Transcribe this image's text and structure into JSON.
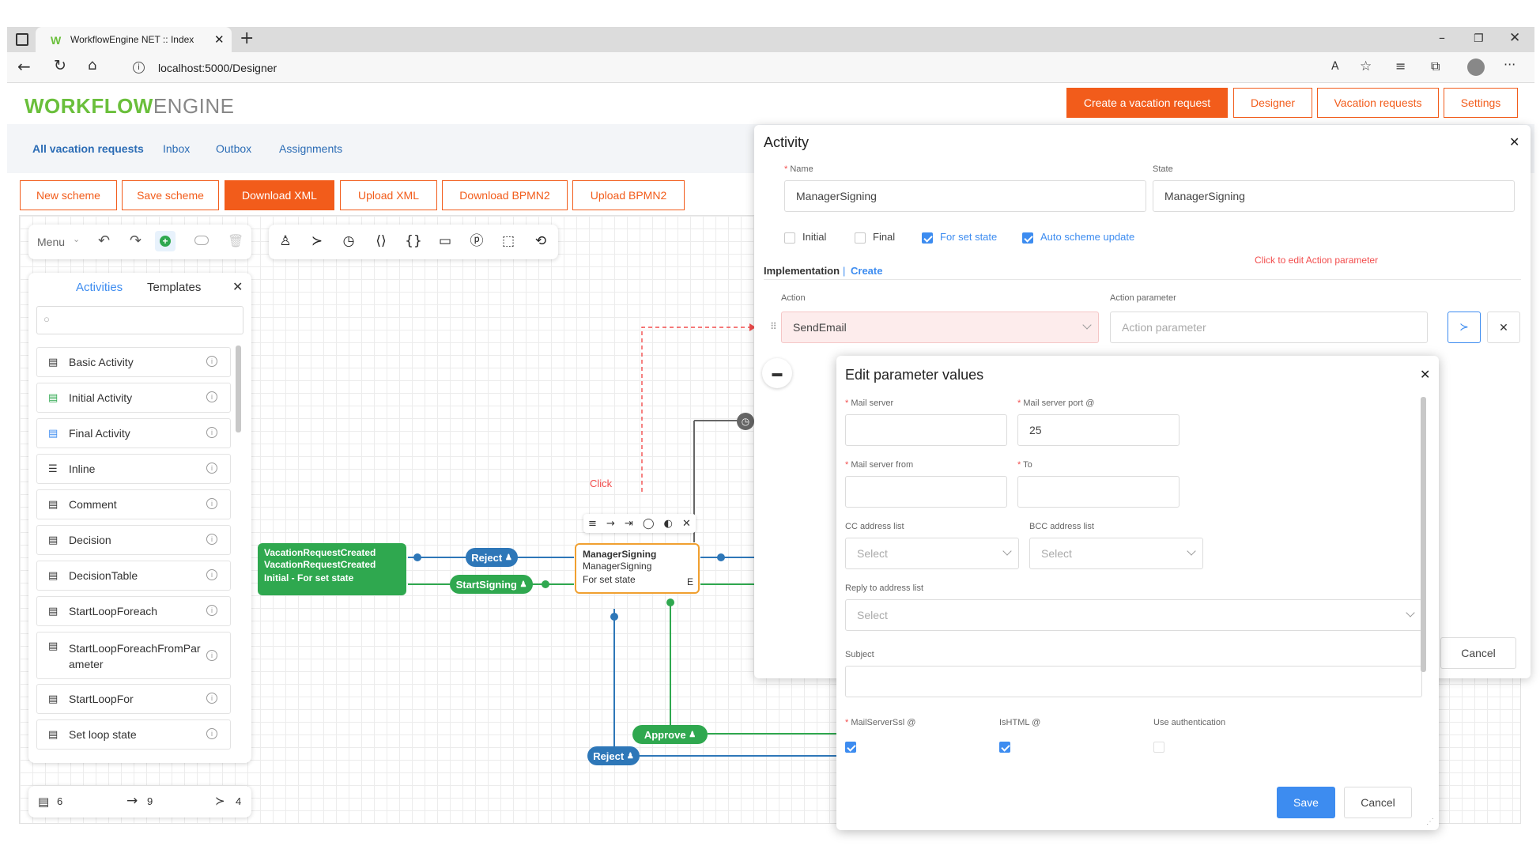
{
  "browser": {
    "tab_title": "WorkflowEngine NET :: Index",
    "url": "localhost:5000/Designer"
  },
  "app": {
    "logo_bold": "WORKFLOW",
    "logo_light": "ENGINE",
    "header_buttons": [
      "Create a vacation request",
      "Designer",
      "Vacation requests",
      "Settings"
    ],
    "nav_links": [
      "All vacation requests",
      "Inbox",
      "Outbox",
      "Assignments"
    ],
    "toolbar_buttons": [
      "New scheme",
      "Save scheme",
      "Download XML",
      "Upload XML",
      "Download BPMN2",
      "Upload BPMN2"
    ],
    "accent_color": "#f25c1b"
  },
  "designer": {
    "menu_label": "Menu",
    "panel_tabs": [
      "Activities",
      "Templates"
    ],
    "activities": [
      "Basic Activity",
      "Initial Activity",
      "Final Activity",
      "Inline",
      "Comment",
      "Decision",
      "DecisionTable",
      "StartLoopForeach",
      "StartLoopForeachFromParameter",
      "StartLoopFor",
      "Set loop state"
    ],
    "stats": {
      "activities": "6",
      "transitions": "9",
      "actions": "4"
    },
    "click_hint": "Click"
  },
  "workflow": {
    "node_initial": {
      "title": "VacationRequestCreated",
      "subtitle": "VacationRequestCreated",
      "state": "Initial - For set state"
    },
    "node_manager": {
      "title": "ManagerSigning",
      "subtitle": "ManagerSigning",
      "state": "For set state",
      "marker": "E"
    },
    "transitions": {
      "reject1": "Reject",
      "start_signing": "StartSigning",
      "approve": "Approve",
      "reject2": "Reject"
    }
  },
  "activity_dialog": {
    "title": "Activity",
    "name_label": "Name",
    "name_value": "ManagerSigning",
    "state_label": "State",
    "state_value": "ManagerSigning",
    "checks": [
      {
        "label": "Initial",
        "checked": false
      },
      {
        "label": "Final",
        "checked": false
      },
      {
        "label": "For set state",
        "checked": true
      },
      {
        "label": "Auto scheme update",
        "checked": true
      }
    ],
    "implementation_label": "Implementation",
    "create_link": "Create",
    "hint": "Click to edit Action parameter",
    "action_label": "Action",
    "action_value": "SendEmail",
    "action_param_label": "Action parameter",
    "action_param_placeholder": "Action parameter",
    "cancel": "Cancel"
  },
  "edit_dialog": {
    "title": "Edit parameter values",
    "mail_server_label": "Mail server",
    "mail_server_port_label": "Mail server port @",
    "mail_server_port_value": "25",
    "mail_server_from_label": "Mail server from",
    "to_label": "To",
    "cc_label": "CC address list",
    "bcc_label": "BCC address list",
    "reply_label": "Reply to address list",
    "select_placeholder": "Select",
    "subject_label": "Subject",
    "ssl_label": "MailServerSsl @",
    "ishtml_label": "IsHTML @",
    "auth_label": "Use authentication",
    "save": "Save",
    "cancel": "Cancel"
  }
}
